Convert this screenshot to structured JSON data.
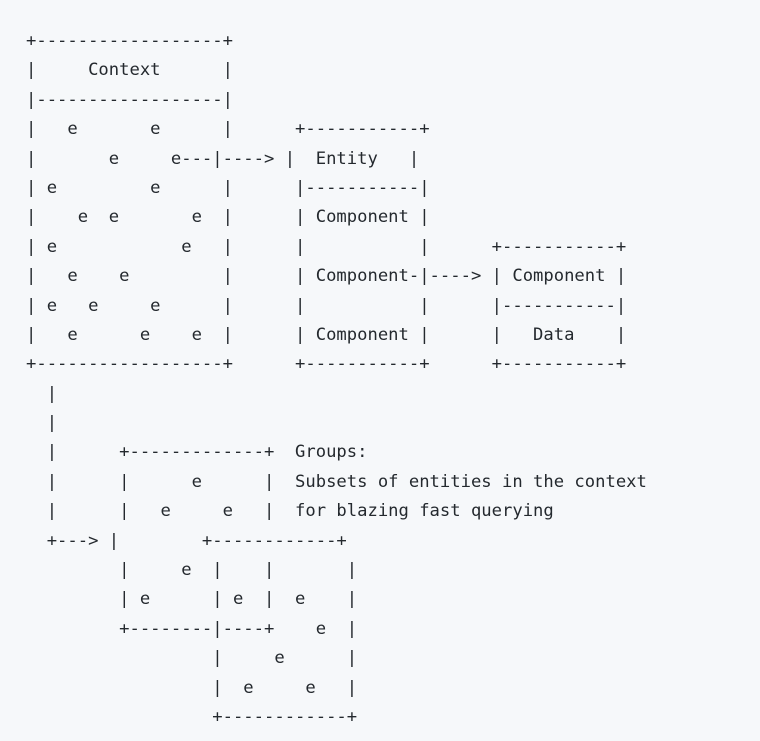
{
  "diagram": {
    "lines": [
      "+------------------+",
      "|     Context      |",
      "|------------------|",
      "|   e       e      |      +-----------+",
      "|       e     e---|----> |  Entity   |",
      "| e         e      |      |-----------|",
      "|    e  e       e  |      | Component |",
      "| e            e   |      |           |      +-----------+",
      "|   e    e         |      | Component-|----> | Component |",
      "| e   e     e      |      |           |      |-----------|",
      "|   e      e    e  |      | Component |      |   Data    |",
      "+------------------+      +-----------+      +-----------+",
      "  |",
      "  |",
      "  |      +-------------+  Groups:",
      "  |      |      e      |  Subsets of entities in the context",
      "  |      |   e     e   |  for blazing fast querying",
      "  +---> |        +------------+",
      "         |     e  |    |       |",
      "         | e      | e  |  e    |",
      "         +--------|----+    e  |",
      "                  |     e      |",
      "                  |  e     e   |",
      "                  +------------+"
    ]
  }
}
